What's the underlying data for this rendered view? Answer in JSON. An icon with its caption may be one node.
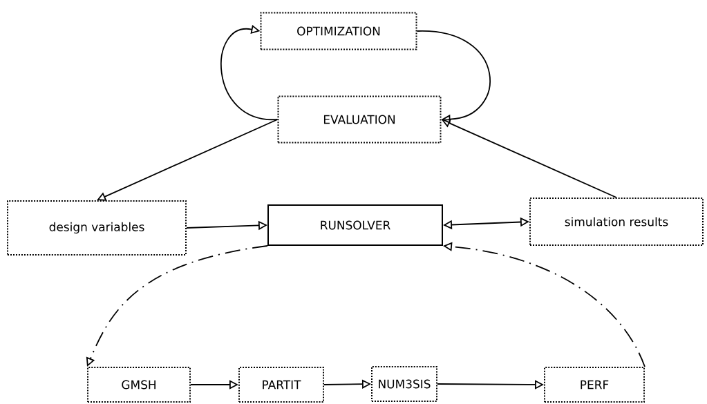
{
  "diagram": {
    "nodes": [
      {
        "text": [
          "OPTIMIZATION"
        ]
      },
      {
        "text": [
          "EVALUATION"
        ]
      },
      {
        "text": [
          "design variables"
        ]
      },
      {
        "text": [
          "RUNSOLVER"
        ]
      },
      {
        "text": [
          "simulation results"
        ]
      },
      {
        "text": [
          "GMSH"
        ]
      },
      {
        "text": [
          "PARTIT"
        ]
      },
      {
        "text": [
          "NUM3SIS"
        ]
      },
      {
        "text": [
          "PERF"
        ]
      }
    ],
    "edges": [
      {
        "from": 1,
        "to": 0,
        "arrow": "to"
      },
      {
        "from": 0,
        "to": 1,
        "arrow": "to"
      },
      {
        "from": 1,
        "to": 2,
        "arrow": "to"
      },
      {
        "from": 4,
        "to": 1,
        "arrow": "to"
      },
      {
        "from": 2,
        "to": 3,
        "arrow": "to"
      },
      {
        "from": 3,
        "to": 4,
        "arrow": "both"
      },
      {
        "from": 3,
        "to": 5,
        "arrow": "to",
        "style": "dashed"
      },
      {
        "from": 8,
        "to": 3,
        "arrow": "to",
        "style": "dashed"
      },
      {
        "from": 5,
        "to": 6,
        "arrow": "to"
      },
      {
        "from": 6,
        "to": 7,
        "arrow": "to"
      },
      {
        "from": 7,
        "to": 8,
        "arrow": "to"
      }
    ]
  }
}
